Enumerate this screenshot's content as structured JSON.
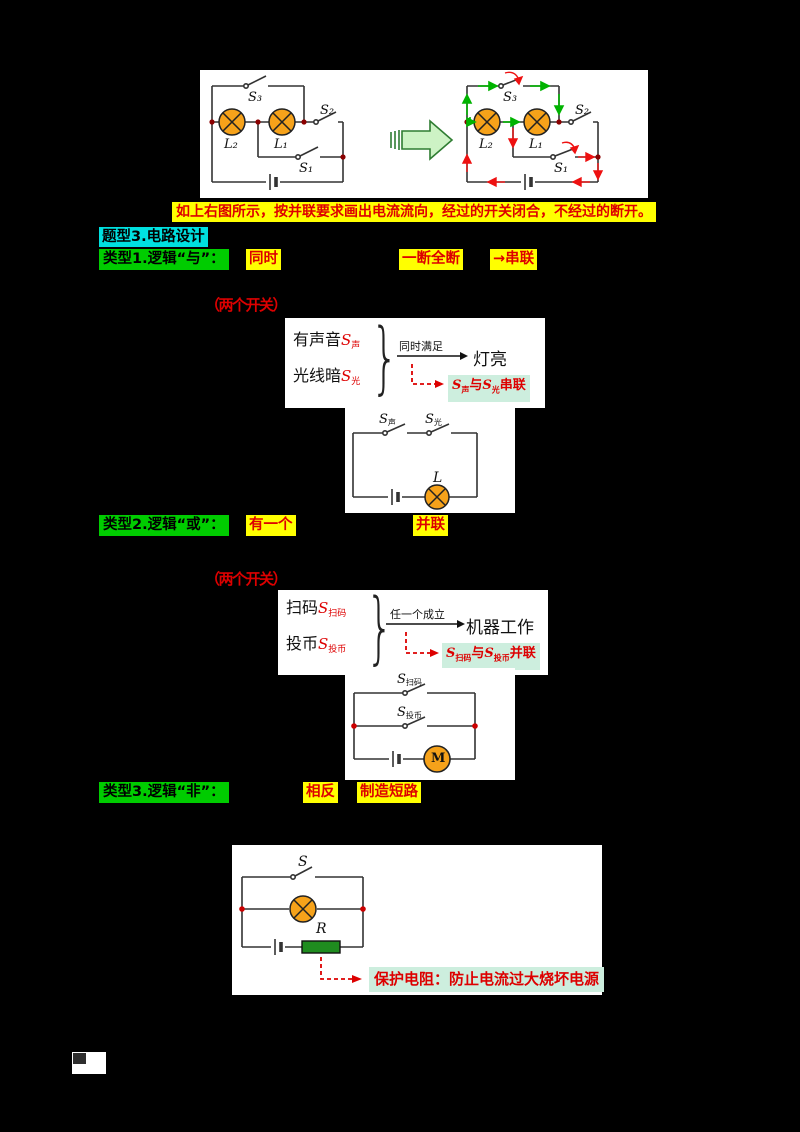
{
  "page": {
    "background": "#000000",
    "caption": "如上右图所示，按并联要求画出电流流向，经过的开关闭合，不经过的断开。"
  },
  "section": {
    "title": "题型3.电路设计"
  },
  "top_circuits": {
    "left": {
      "s3": "S₃",
      "s2": "S₂",
      "s1": "S₁",
      "l2": "L₂",
      "l1": "L₁"
    },
    "right": {
      "s3": "S₃",
      "s2": "S₂",
      "s1": "S₁",
      "l2": "L₂",
      "l1": "L₁"
    }
  },
  "type1": {
    "label": "类型1.逻辑“与”：",
    "hl1": "同时",
    "hl2": "一断全断",
    "hl3": "→串联",
    "note": "（两个开关）"
  },
  "example1": {
    "line1_text": "有声音",
    "line1_s": "S",
    "line1_sub": "声",
    "line2_text": "光线暗",
    "line2_s": "S",
    "line2_sub": "光",
    "arrow_label": "同时满足",
    "result": "灯亮",
    "conclusion": {
      "s1": "S",
      "s1sub": "声",
      "mid": "与",
      "s2": "S",
      "s2sub": "光",
      "tail": "串联"
    }
  },
  "circuit1": {
    "sw1": "S",
    "sw1sub": "声",
    "sw2": "S",
    "sw2sub": "光",
    "lamp": "L"
  },
  "type2": {
    "label": "类型2.逻辑“或”：",
    "hl1": "有一个",
    "hl2": "并联",
    "note": "（两个开关）"
  },
  "example2": {
    "line1_text": "扫码",
    "line1_s": "S",
    "line1_sub": "扫码",
    "line2_text": "投币",
    "line2_s": "S",
    "line2_sub": "投币",
    "arrow_label": "任一个成立",
    "result": "机器工作",
    "conclusion": {
      "s1": "S",
      "s1sub": "扫码",
      "mid": "与",
      "s2": "S",
      "s2sub": "投币",
      "tail": "并联"
    }
  },
  "circuit2": {
    "sw1": "S",
    "sw1sub": "扫码",
    "sw2": "S",
    "sw2sub": "投币",
    "motor": "M"
  },
  "type3": {
    "label": "类型3.逻辑“非”：",
    "hl1": "相反",
    "hl2": "制造短路"
  },
  "circuit3": {
    "switch": "S",
    "resistor": "R",
    "annotation": "保护电阻：防止电流过大烧坏电源"
  },
  "colors": {
    "highlight_yellow": "#ffff00",
    "highlight_green": "#00cc00",
    "highlight_cyan": "#00e0e0",
    "annotation_bg": "#cdeede",
    "red_text": "#dd0000",
    "lamp_orange": "#f6a21a",
    "resistor_green": "#1f8c1f",
    "arrow_green": "#00b300",
    "arrow_red": "#ee1111",
    "block_arrow_fill": "#cdf3c5"
  }
}
